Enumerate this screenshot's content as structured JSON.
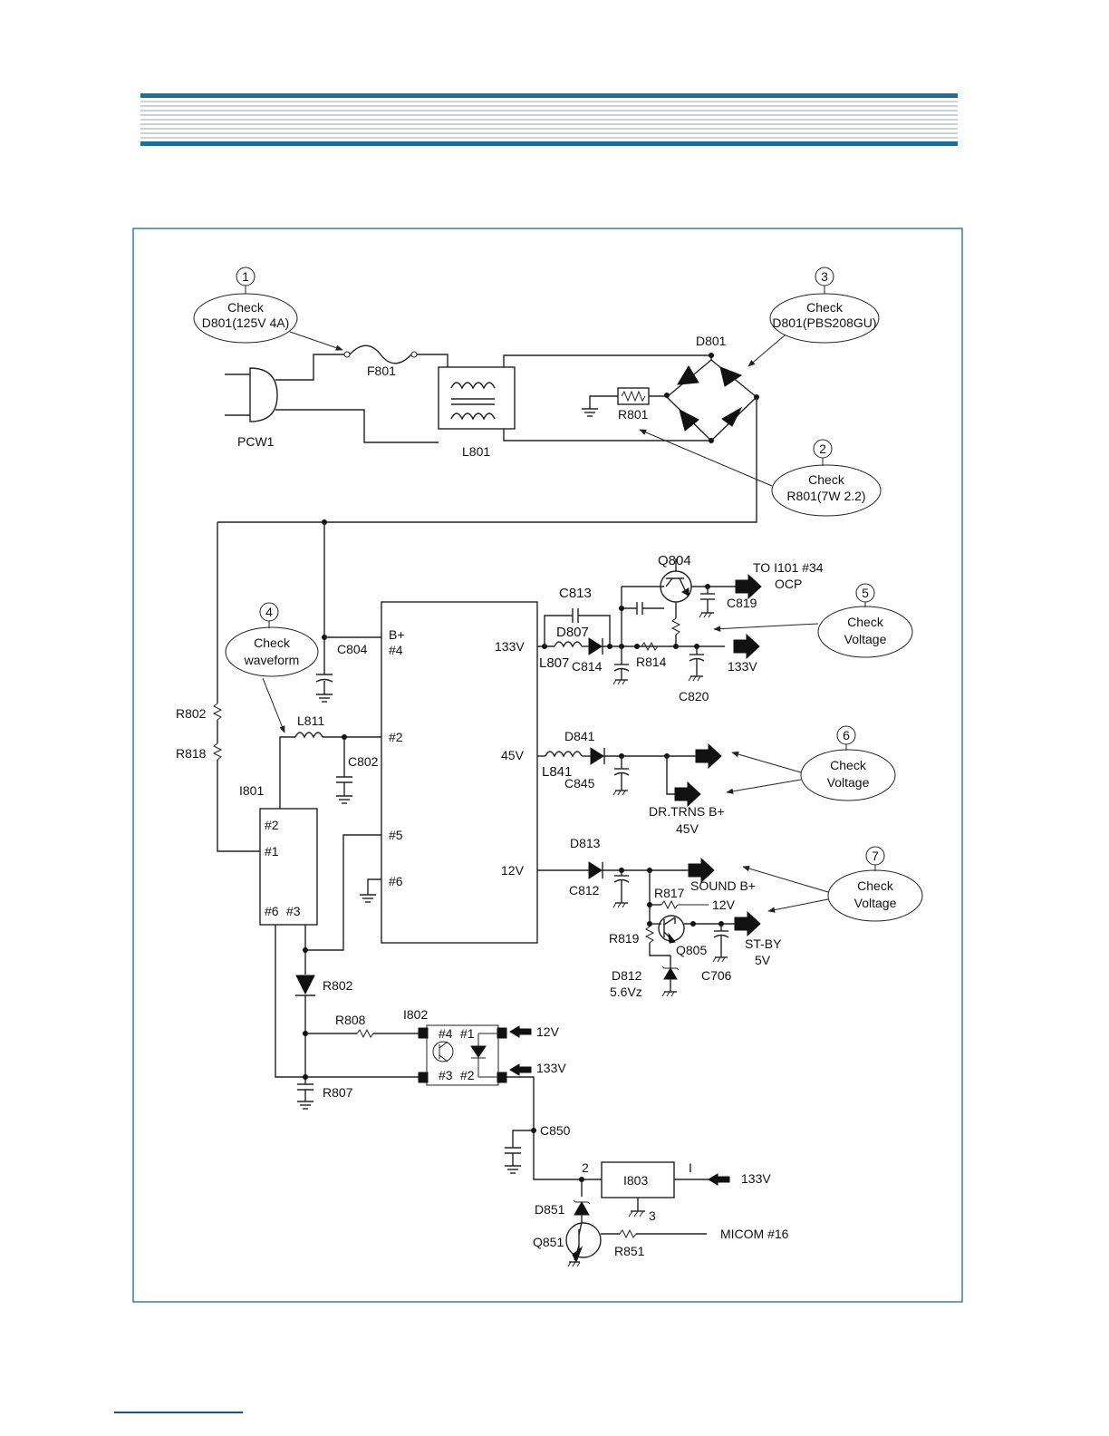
{
  "callouts": [
    {
      "num": "1",
      "line1": "Check",
      "line2": "D801(125V 4A)"
    },
    {
      "num": "2",
      "line1": "Check",
      "line2": "R801(7W 2.2)"
    },
    {
      "num": "3",
      "line1": "Check",
      "line2": "D801(PBS208GU)"
    },
    {
      "num": "4",
      "line1": "Check",
      "line2": "waveform"
    },
    {
      "num": "5",
      "line1": "Check",
      "line2": "Voltage"
    },
    {
      "num": "6",
      "line1": "Check",
      "line2": "Voltage"
    },
    {
      "num": "7",
      "line1": "Check",
      "line2": "Voltage"
    }
  ],
  "components": {
    "pcw1": "PCW1",
    "f801": "F801",
    "l801": "L801",
    "d801": "D801",
    "r801": "R801",
    "c804": "C804",
    "r802_top": "R802",
    "r818": "R818",
    "l811": "L811",
    "c802": "C802",
    "i801": "I801",
    "q804": "Q804",
    "c813": "C813",
    "d807": "D807",
    "l807": "L807",
    "c814": "C814",
    "r814": "R814",
    "c819": "C819",
    "c820": "C820",
    "d841": "D841",
    "l841": "L841",
    "c845": "C845",
    "d813": "D813",
    "c812": "C812",
    "r817": "R817",
    "r819": "R819",
    "q805": "Q805",
    "d812": "D812",
    "d812_value": "5.6Vz",
    "c706": "C706",
    "r802_bottom": "R802",
    "r808": "R808",
    "i802": "I802",
    "r807": "R807",
    "c850": "C850",
    "i803": "I803",
    "d851": "D851",
    "q851": "Q851",
    "r851": "R851"
  },
  "pins": {
    "main_bplus": "B+",
    "main_p4": "#4",
    "main_p2": "#2",
    "main_p5": "#5",
    "main_p6": "#6",
    "main_133v": "133V",
    "main_45v": "45V",
    "main_12v": "12V",
    "i801_p2": "#2",
    "i801_p1": "#1",
    "i801_p6": "#6",
    "i801_p3": "#3",
    "i802_p4": "#4",
    "i802_p1": "#1",
    "i802_p3": "#3",
    "i802_p2": "#2",
    "i803_in": "I",
    "i803_out": "2",
    "i803_gnd": "3"
  },
  "outputs": {
    "to_i101": "TO I101 #34",
    "ocp": "OCP",
    "out_133v": "133V",
    "dr_trns": "DR.TRNS B+",
    "dr_trns_v": "45V",
    "sound_b": "SOUND B+",
    "r817_12v": "12V",
    "stby": "ST-BY",
    "stby_v": "5V",
    "in_12v": "12V",
    "in_133v": "133V",
    "i803_133v": "133V",
    "micom": "MICOM #16"
  },
  "colors": {
    "accent": "#1c6f98",
    "header_line": "#9aa3ab",
    "frame": "#1a6b93",
    "footer": "#1c4ba8"
  }
}
